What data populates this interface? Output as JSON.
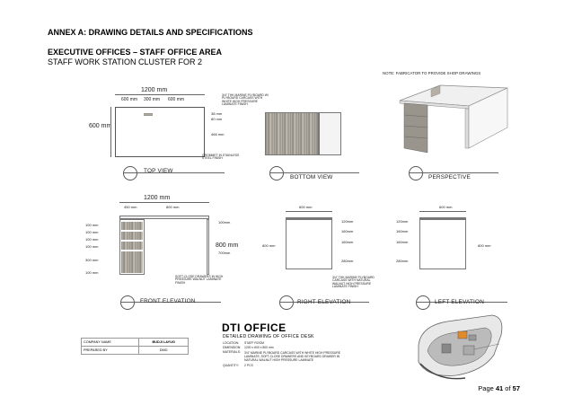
{
  "header": {
    "annex": "ANNEX A: DRAWING DETAILS AND SPECIFICATIONS",
    "section": "EXECUTIVE OFFICES – STAFF OFFICE AREA",
    "subsection": "STAFF WORK STATION CLUSTER FOR 2"
  },
  "note": "NOTE: FABRICATOR TO PROVIDE SHOP DRAWINGS",
  "views": {
    "top": "TOP VIEW",
    "bottom": "BOTTOM VIEW",
    "perspective": "PERSPECTIVE",
    "front": "FRONT ELEVATION",
    "right": "RIGHT ELEVATION",
    "left": "LEFT ELEVATION"
  },
  "top_view": {
    "width_total": "1200 mm",
    "seg1": "600 mm",
    "seg2": "300 mm",
    "seg3": "600 mm",
    "depth": "600 mm",
    "dim_a": "38 mm",
    "dim_b": "80 mm",
    "dim_c": "466 mm",
    "callout_top": "3/4\" THK MARINE PLYBOARD W/ PLYBOARD CARCASS WITH WHITE HIGH PRESSURE LAMINATE FINISH",
    "callout_bottom": "GROMMET IN STAINLESS STEEL FINISH"
  },
  "front_elevation": {
    "width_total": "1200 mm",
    "seg1": "450 mm",
    "seg2": "800 mm",
    "heights": [
      "100 mm",
      "100 mm",
      "100 mm",
      "100 mm",
      "300 mm",
      "100 mm"
    ],
    "right_dim_small": "100mm",
    "height_total": "800 mm",
    "height_inner": "700mm",
    "callout": "SOFT-CLOSE DRAWERS IN HIGH PRESSURE WALNUT LAMINATE FINISH"
  },
  "right_elevation": {
    "top_dim": "600 mm",
    "left_dim": "800 mm",
    "right_dims": [
      "120mm",
      "160mm",
      "160mm",
      "280mm"
    ],
    "callout": "3/4\" THK MARINE PLYBOARD CARCASS WITH NATURAL WALNUT HIGH PRESSURE LAMINATE FINISH"
  },
  "left_elevation": {
    "top_dim": "600 mm",
    "left_dims": [
      "120mm",
      "160mm",
      "160mm",
      "280mm"
    ],
    "right_dim": "800 mm"
  },
  "title_block": {
    "company_label": "COMPANY NAME",
    "company_value": "BUDJI LAYUG",
    "prepared_label": "PREPARED BY",
    "prepared_value": "DMG",
    "project": "DTI OFFICE",
    "subtitle": "DETAILED DRAWING OF OFFICE DESK",
    "location_label": "LOCATION:",
    "location_value": "STAFF ROOM",
    "dimension_label": "DIMENSION:",
    "dimension_value": "1200 x 600 x 800 mm",
    "materials_label": "MATERIALS:",
    "materials_value": "3/4\" MARINE PLYBOARD CARCASS WITH WHITE HIGH PRESSURE LAMINATE, SOFT-CLOSE DRAWERS AND KEYBOARD DRAWER IN NATURAL WALNUT HIGH PRESSURE LAMINATE",
    "quantity_label": "QUANTITY:",
    "quantity_value": "2 PCS"
  },
  "footer": {
    "page_prefix": "Page ",
    "page_current": "41",
    "page_of": " of ",
    "page_total": "57"
  }
}
